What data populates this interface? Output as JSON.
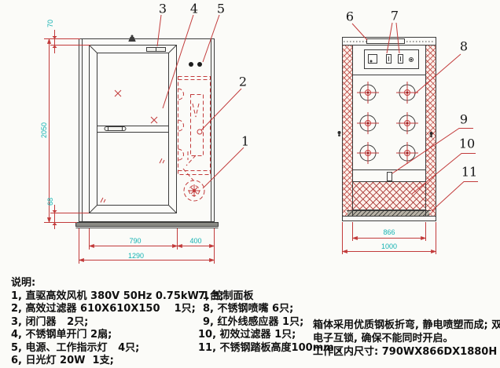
{
  "callouts": [
    "1",
    "2",
    "3",
    "4",
    "5",
    "6",
    "7",
    "8",
    "9",
    "10",
    "11"
  ],
  "dimensions": {
    "top_offset": "70",
    "overall_height": "2050",
    "bottom_offset": "68",
    "door_width": "790",
    "side_panel_width": "400",
    "overall_width": "1290",
    "inner_depth": "866",
    "overall_depth": "1000"
  },
  "notes": {
    "heading": "说明:",
    "items_left": [
      "1, 直驱高效风机 380V 50Hz 0.75kW 1台;",
      "2, 高效过滤器 610X610X150    1只;",
      "3, 闭门器   2只;",
      "4, 不锈钢单开门 2扇;",
      "5, 电源、工作指示灯   4只;",
      "6, 日光灯 20W  1支;"
    ],
    "items_right": [
      "7, 控制面板",
      "8, 不锈钢喷嘴 6只;",
      "9, 红外线感应器 1只;",
      "10, 初效过滤器 1只;",
      "11, 不锈钢踏板高度100mm 。"
    ],
    "description": [
      "箱体采用优质钢板折弯, 静电喷塑而成; 双门",
      "电子互锁, 确保不能同时开启。",
      "工作区内尺寸: 790WX866DX1880H"
    ]
  },
  "colors": {
    "dimension_line": "#c23b3b",
    "dimension_text": "#14b2b2",
    "drawing_line": "#3c3c3c",
    "hatch_red": "#b9413a"
  }
}
